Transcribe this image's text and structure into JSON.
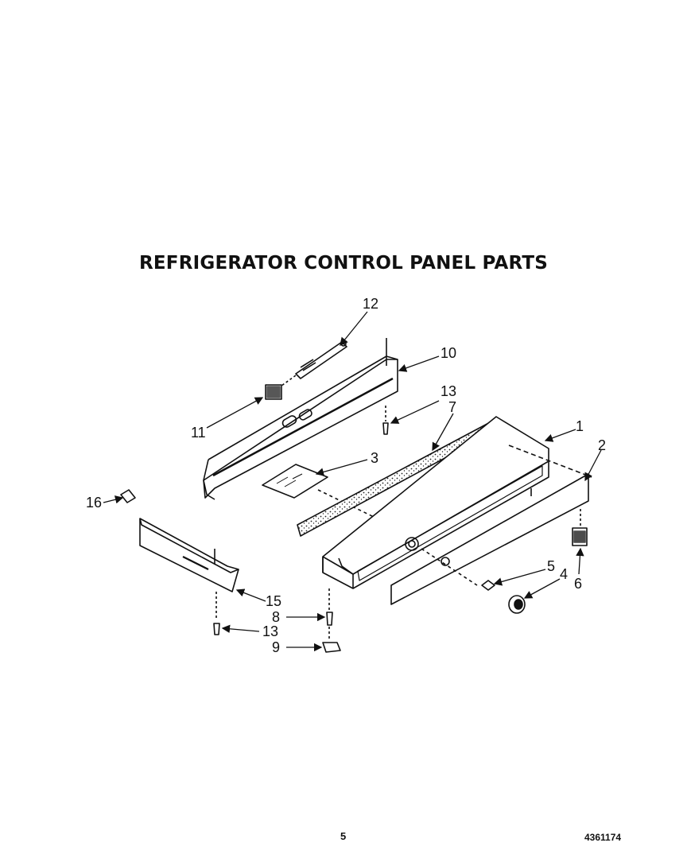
{
  "title": "REFRIGERATOR CONTROL PANEL PARTS",
  "callouts": {
    "c1": "1",
    "c2": "2",
    "c3": "3",
    "c4": "4",
    "c5": "5",
    "c6": "6",
    "c7": "7",
    "c8": "8",
    "c9": "9",
    "c10": "10",
    "c11": "11",
    "c12": "12",
    "c13a": "13",
    "c13b": "13",
    "c15": "15",
    "c16": "16"
  },
  "footer": {
    "page_number": "5",
    "document_number": "4361174"
  }
}
